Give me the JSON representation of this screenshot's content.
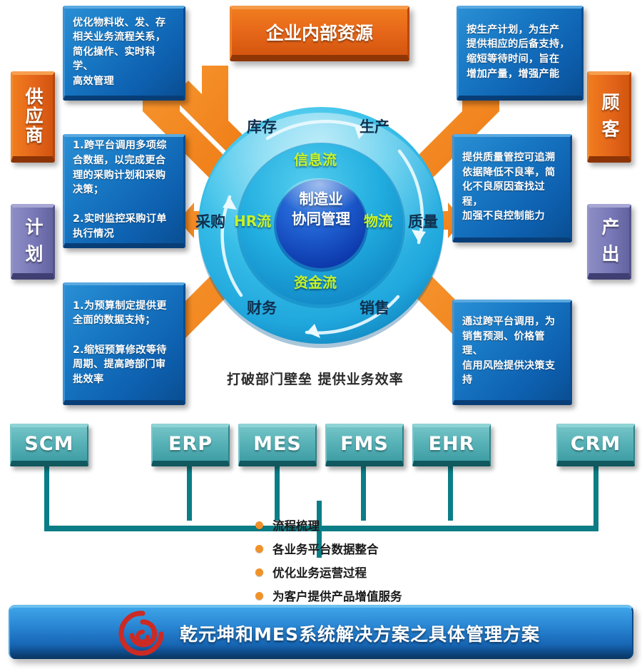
{
  "header": {
    "center_title": "企业内部资源"
  },
  "side_chips": [
    {
      "name": "supplier",
      "label": "供应商",
      "color": "#e8691a"
    },
    {
      "name": "plan",
      "label": "计 划",
      "color": "#7878b8"
    },
    {
      "name": "customer",
      "label": "顾 客",
      "color": "#e8691a"
    },
    {
      "name": "output",
      "label": "产 出",
      "color": "#7878b8"
    }
  ],
  "info_boxes": [
    {
      "name": "inventory-benefits",
      "text": "优化物料收、发、存\n相关业务流程关系，\n简化操作、实时科学、\n高效管理"
    },
    {
      "name": "production-benefits",
      "text": "按生产计划，为生产\n提供相应的后备支持，\n缩短等待时间，旨在\n增加产量，增强产能"
    },
    {
      "name": "purchasing-benefits",
      "text": "1.跨平台调用多项综\n合数据，以完成更合\n理的采购计划和采购\n决策；\n\n2.实时监控采购订单\n执行情况"
    },
    {
      "name": "quality-benefits",
      "text": "提供质量管控可追溯\n依据降低不良率，简\n化不良原因查找过程，\n加强不良控制能力"
    },
    {
      "name": "finance-benefits",
      "text": "1.为预算制定提供更\n全面的数据支持；\n\n2.缩短预算修改等待\n周期、提高跨部门审\n批效率"
    },
    {
      "name": "sales-benefits",
      "text": "通过跨平台调用，为\n销售预测、价格管理、\n信用风险提供决策支\n持"
    }
  ],
  "wheel": {
    "core_text": "制造业\n协同管理",
    "inner_flows": [
      {
        "name": "information-flow",
        "label": "信息流"
      },
      {
        "name": "hr-flow",
        "label": "HR流"
      },
      {
        "name": "logistics-flow",
        "label": "物流"
      },
      {
        "name": "capital-flow",
        "label": "资金流"
      }
    ],
    "outer_nodes": [
      {
        "name": "inventory",
        "label": "库存"
      },
      {
        "name": "production",
        "label": "生产"
      },
      {
        "name": "quality",
        "label": "质量"
      },
      {
        "name": "sales",
        "label": "销售"
      },
      {
        "name": "finance",
        "label": "财务"
      },
      {
        "name": "purchasing",
        "label": "采购"
      }
    ]
  },
  "caption": "打破部门壁垒   提供业务效率",
  "systems": [
    {
      "name": "scm",
      "label": "SCM"
    },
    {
      "name": "erp",
      "label": "ERP"
    },
    {
      "name": "mes",
      "label": "MES"
    },
    {
      "name": "fms",
      "label": "FMS"
    },
    {
      "name": "ehr",
      "label": "EHR"
    },
    {
      "name": "crm",
      "label": "CRM"
    }
  ],
  "bullets": [
    "流程梳理",
    "各业务平台数据整合",
    "优化业务运营过程",
    "为客户提供产品增值服务"
  ],
  "banner": {
    "title": "乾元坤和MES系统解决方案之具体管理方案"
  },
  "colors": {
    "orange": "#ee7a1d",
    "blue_box": "#1878c4",
    "purple": "#7878b8",
    "teal": "#58b3b8",
    "teal_line": "#0b7d86",
    "banner_blue": "#2a87d4",
    "bullet_orange": "#f0922a",
    "green_text": "#c6f22a",
    "logo_red": "#cc2a24"
  }
}
